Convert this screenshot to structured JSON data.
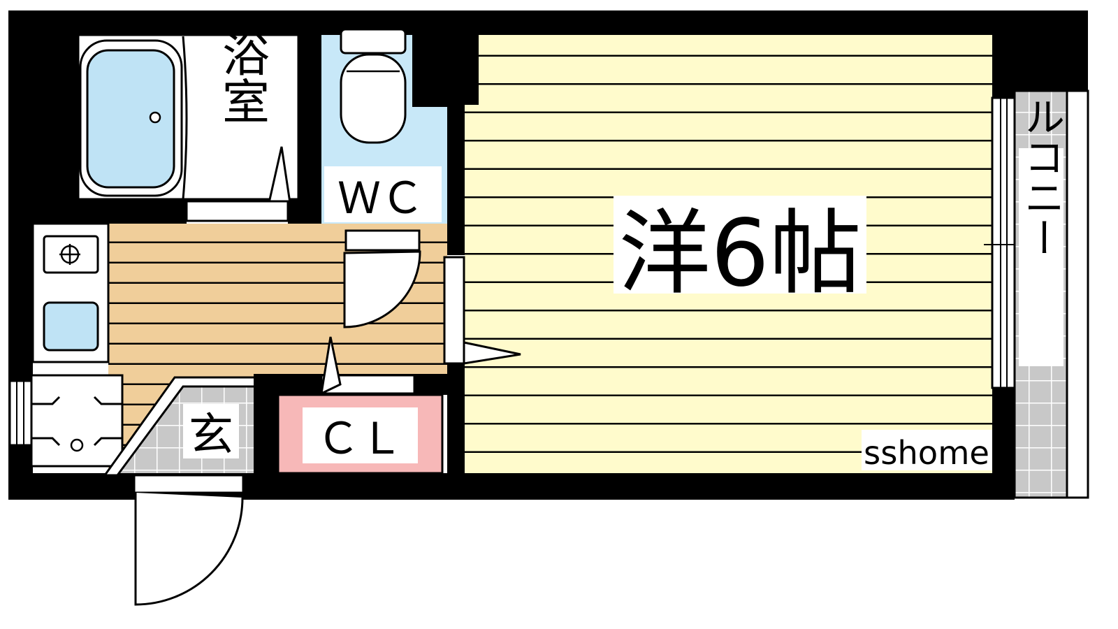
{
  "floorplan": {
    "rooms": {
      "bath": "浴室",
      "wc": "ＷＣ",
      "western_room": "洋6帖",
      "entrance": "玄",
      "closet": "ＣＬ",
      "balcony": "バルコニー"
    },
    "watermark": "sshome"
  },
  "colors": {
    "wall": "#000000",
    "western_floor": "#FFFBCC",
    "kitchen_floor": "#F0CE9A",
    "wc_floor": "#C8E8F8",
    "closet_floor": "#F7B8B8",
    "fixture_blue": "#BFE3F5",
    "balcony_grid": "#C8C8C8",
    "entrance_grid": "#C8C8C8"
  }
}
